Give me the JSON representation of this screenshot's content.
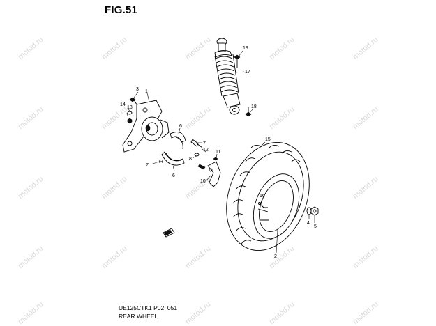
{
  "header": {
    "figure_label": "FIG.51"
  },
  "footer": {
    "code": "UE125CTK1 P02_051",
    "title": "REAR WHEEL"
  },
  "watermark": {
    "text": "motod.ru",
    "color": "#d9d9d9"
  },
  "callouts": [
    {
      "id": "c1",
      "label": "1"
    },
    {
      "id": "c2",
      "label": "2"
    },
    {
      "id": "c3",
      "label": "3"
    },
    {
      "id": "c4",
      "label": "4"
    },
    {
      "id": "c5",
      "label": "5"
    },
    {
      "id": "c6a",
      "label": "6"
    },
    {
      "id": "c6b",
      "label": "6"
    },
    {
      "id": "c7a",
      "label": "7"
    },
    {
      "id": "c7b",
      "label": "7"
    },
    {
      "id": "c8",
      "label": "8"
    },
    {
      "id": "c10",
      "label": "10"
    },
    {
      "id": "c11",
      "label": "11"
    },
    {
      "id": "c12",
      "label": "12"
    },
    {
      "id": "c13",
      "label": "13"
    },
    {
      "id": "c14",
      "label": "14"
    },
    {
      "id": "c15",
      "label": "15"
    },
    {
      "id": "c16",
      "label": "16"
    },
    {
      "id": "c17",
      "label": "17"
    },
    {
      "id": "c18",
      "label": "18"
    },
    {
      "id": "c19",
      "label": "19"
    }
  ]
}
